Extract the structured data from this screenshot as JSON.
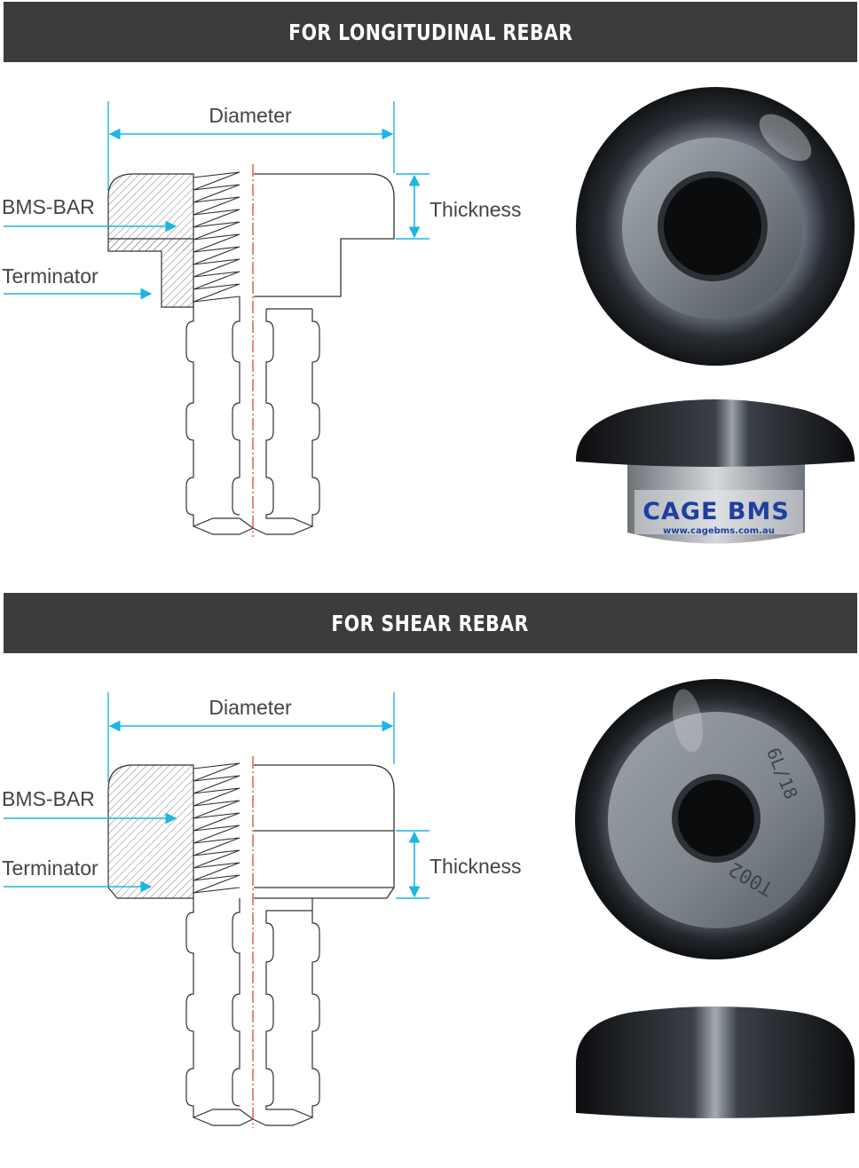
{
  "sections": [
    {
      "title": "FOR LONGITUDINAL REBAR",
      "labels": {
        "diameter": "Diameter",
        "thickness": "Thickness",
        "bar": "BMS-BAR",
        "terminator": "Terminator"
      },
      "photo_side_text": {
        "brand": "CAGE BMS",
        "url": "www.cagebms.com.au"
      }
    },
    {
      "title": "FOR SHEAR REBAR",
      "labels": {
        "diameter": "Diameter",
        "thickness": "Thickness",
        "bar": "BMS-BAR",
        "terminator": "Terminator"
      },
      "photo_top_text": {
        "mark1": "6L/18",
        "mark2": "T002"
      }
    }
  ],
  "colors": {
    "banner": "#3c3c3c",
    "dimension": "#1fb5e0",
    "centerline": "#e0443a",
    "outline": "#333333"
  },
  "icons": [
    "hatched-terminator-section",
    "threaded-rebar",
    "terminator-photo"
  ]
}
